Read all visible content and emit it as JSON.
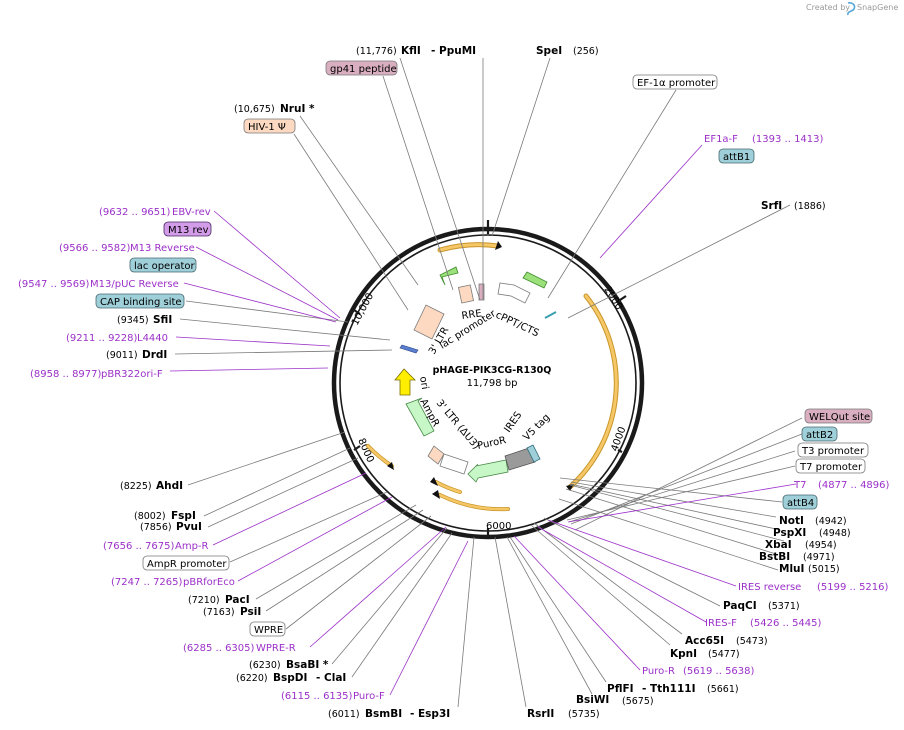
{
  "brand": {
    "created_by": "Created by",
    "app": "SnapGene"
  },
  "plasmid": {
    "name": "pHAGE-PIK3CG-R130Q",
    "length": "11,798 bp"
  },
  "ruler": {
    "ticks": [
      "2000",
      "4000",
      "6000",
      "8000",
      "10,000"
    ]
  },
  "inner_labels": [
    "RRE",
    "cPPT/CTS",
    "3' LTR",
    "lac promoter",
    "ori",
    "AmpR",
    "3' LTR (ΔU3)",
    "PuroR",
    "IRES",
    "V5 tag"
  ],
  "features": [
    {
      "text": "gp41 peptide",
      "fill": "#d9aec0"
    },
    {
      "text": "EF-1α promoter",
      "fill": "#ffffff"
    },
    {
      "text": "HIV-1 Ψ",
      "fill": "#fcd9c0"
    },
    {
      "text": "attB1",
      "fill": "#9fcfd8"
    },
    {
      "text": "M13 rev",
      "fill": "#d39ce8"
    },
    {
      "text": "lac operator",
      "fill": "#9fcfd8"
    },
    {
      "text": "CAP binding site",
      "fill": "#9fcfd8"
    },
    {
      "text": "WELQut site",
      "fill": "#d9aec0"
    },
    {
      "text": "attB2",
      "fill": "#9fcfd8"
    },
    {
      "text": "T3 promoter",
      "fill": "#ffffff"
    },
    {
      "text": "T7 promoter",
      "fill": "#ffffff"
    },
    {
      "text": "attB4",
      "fill": "#9fcfd8"
    },
    {
      "text": "AmpR promoter",
      "fill": "#ffffff"
    },
    {
      "text": "WPRE",
      "fill": "#ffffff"
    }
  ],
  "enzymes": [
    {
      "name": "KflI",
      "pos": "(11,776)",
      "extra": "- PpuMI"
    },
    {
      "name": "SpeI",
      "pos": "(256)",
      "extra": ""
    },
    {
      "name": "NruI *",
      "pos": "(10,675)",
      "extra": ""
    },
    {
      "name": "SrfI",
      "pos": "(1886)",
      "extra": ""
    },
    {
      "name": "SfiI",
      "pos": "(9345)",
      "extra": ""
    },
    {
      "name": "DrdI",
      "pos": "(9011)",
      "extra": ""
    },
    {
      "name": "AhdI",
      "pos": "(8225)",
      "extra": ""
    },
    {
      "name": "FspI",
      "pos": "(8002)",
      "extra": ""
    },
    {
      "name": "PvuI",
      "pos": "(7856)",
      "extra": ""
    },
    {
      "name": "PacI",
      "pos": "(7210)",
      "extra": ""
    },
    {
      "name": "PsiI",
      "pos": "(7163)",
      "extra": ""
    },
    {
      "name": "BsaBI *",
      "pos": "(6230)",
      "extra": ""
    },
    {
      "name": "BspDI",
      "pos": "(6220)",
      "extra": "- ClaI"
    },
    {
      "name": "BsmBI",
      "pos": "(6011)",
      "extra": "- Esp3I"
    },
    {
      "name": "RsrII",
      "pos": "(5735)",
      "extra": ""
    },
    {
      "name": "BsiWI",
      "pos": "(5675)",
      "extra": ""
    },
    {
      "name": "PflFI",
      "pos": "(5661)",
      "extra": "- Tth111I"
    },
    {
      "name": "KpnI",
      "pos": "(5477)",
      "extra": ""
    },
    {
      "name": "Acc65I",
      "pos": "(5473)",
      "extra": ""
    },
    {
      "name": "PaqCI",
      "pos": "(5371)",
      "extra": ""
    },
    {
      "name": "MluI",
      "pos": "(5015)",
      "extra": ""
    },
    {
      "name": "BstBI",
      "pos": "(4971)",
      "extra": ""
    },
    {
      "name": "XbaI",
      "pos": "(4954)",
      "extra": ""
    },
    {
      "name": "PspXI",
      "pos": "(4948)",
      "extra": ""
    },
    {
      "name": "NotI",
      "pos": "(4942)",
      "extra": ""
    }
  ],
  "primers": [
    {
      "name": "EF1a-F",
      "range": "(1393 .. 1413)"
    },
    {
      "name": "EBV-rev",
      "range": "(9632 .. 9651)"
    },
    {
      "name": "M13 Reverse",
      "range": "(9566 .. 9582)"
    },
    {
      "name": "M13/pUC Reverse",
      "range": "(9547 .. 9569)"
    },
    {
      "name": "L4440",
      "range": "(9211 .. 9228)"
    },
    {
      "name": "pBR322ori-F",
      "range": "(8958 .. 8977)"
    },
    {
      "name": "T7",
      "range": "(4877 .. 4896)"
    },
    {
      "name": "Amp-R",
      "range": "(7656 .. 7675)"
    },
    {
      "name": "pBRforEco",
      "range": "(7247 .. 7265)"
    },
    {
      "name": "IRES reverse",
      "range": "(5199 .. 5216)"
    },
    {
      "name": "IRES-F",
      "range": "(5426 .. 5445)"
    },
    {
      "name": "WPRE-R",
      "range": "(6285 .. 6305)"
    },
    {
      "name": "Puro-R",
      "range": "(5619 .. 5638)"
    },
    {
      "name": "Puro-F",
      "range": "(6115 .. 6135)"
    }
  ]
}
